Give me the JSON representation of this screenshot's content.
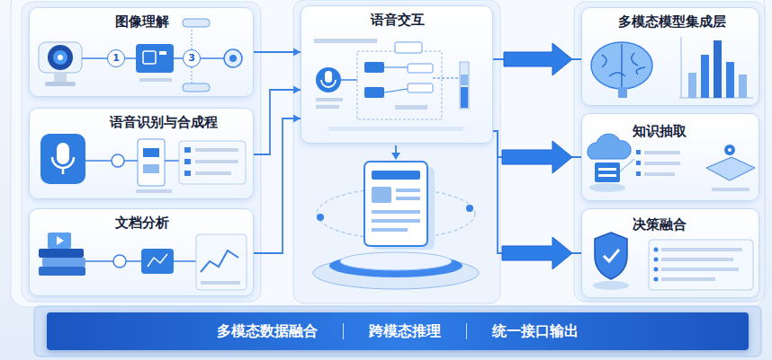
{
  "diagram": {
    "nodes": [
      {
        "text": [
          "图像理解"
        ]
      },
      {
        "text": [
          "1"
        ],
        "in": 0
      },
      {
        "text": [
          "3"
        ],
        "in": 0
      },
      {
        "text": [
          "语音识别与合成程"
        ]
      },
      {
        "text": [
          "文档分析"
        ]
      },
      {
        "text": [
          "语音交互"
        ]
      },
      {
        "text": [
          "多模态模型集成层"
        ]
      },
      {
        "text": [
          "知识抽取"
        ]
      },
      {
        "text": [
          "决策融合"
        ]
      },
      {
        "text": [
          "多模态数据融合",
          "跨模态推理",
          "统一接口输出"
        ]
      }
    ],
    "edges": [
      {
        "from": 0,
        "to": 5,
        "arrow": "to"
      },
      {
        "from": 3,
        "to": 5,
        "arrow": "to"
      },
      {
        "from": 4,
        "to": 5,
        "arrow": "to"
      },
      {
        "from": 5,
        "to": 6,
        "arrow": "to"
      },
      {
        "from": 5,
        "to": 7,
        "arrow": "to"
      },
      {
        "from": 5,
        "to": 8,
        "arrow": "to"
      }
    ]
  }
}
